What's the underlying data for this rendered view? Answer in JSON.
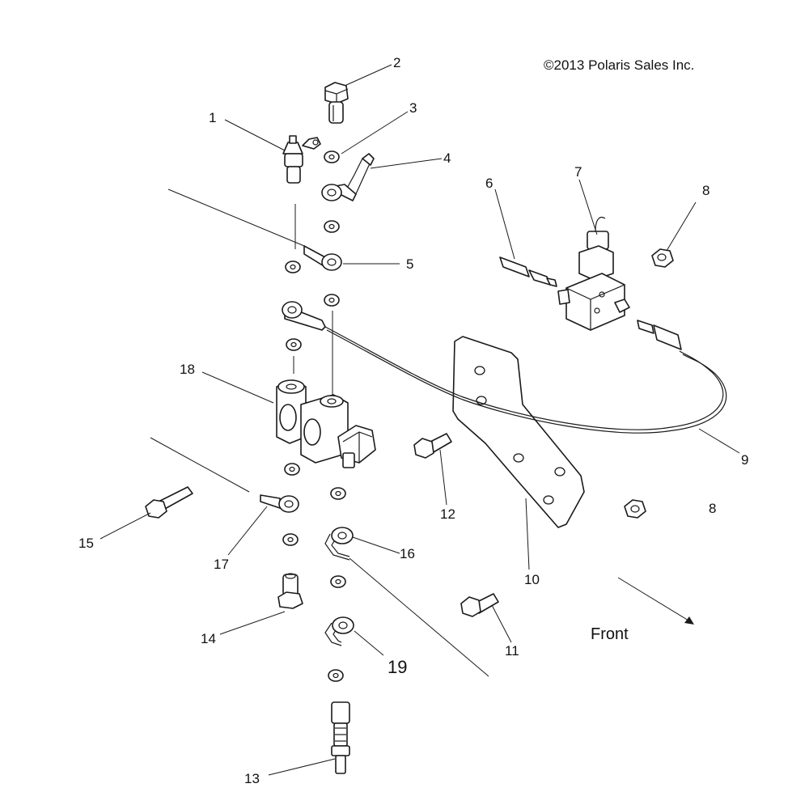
{
  "copyright": "©2013 Polaris Sales Inc.",
  "direction_label": "Front",
  "callouts": {
    "c1": "1",
    "c2": "2",
    "c3": "3",
    "c4": "4",
    "c5": "5",
    "c6": "6",
    "c7": "7",
    "c8a": "8",
    "c8b": "8",
    "c9": "9",
    "c10": "10",
    "c11": "11",
    "c12": "12",
    "c13": "13",
    "c14": "14",
    "c15": "15",
    "c16": "16",
    "c17": "17",
    "c18": "18",
    "c19": "19"
  }
}
